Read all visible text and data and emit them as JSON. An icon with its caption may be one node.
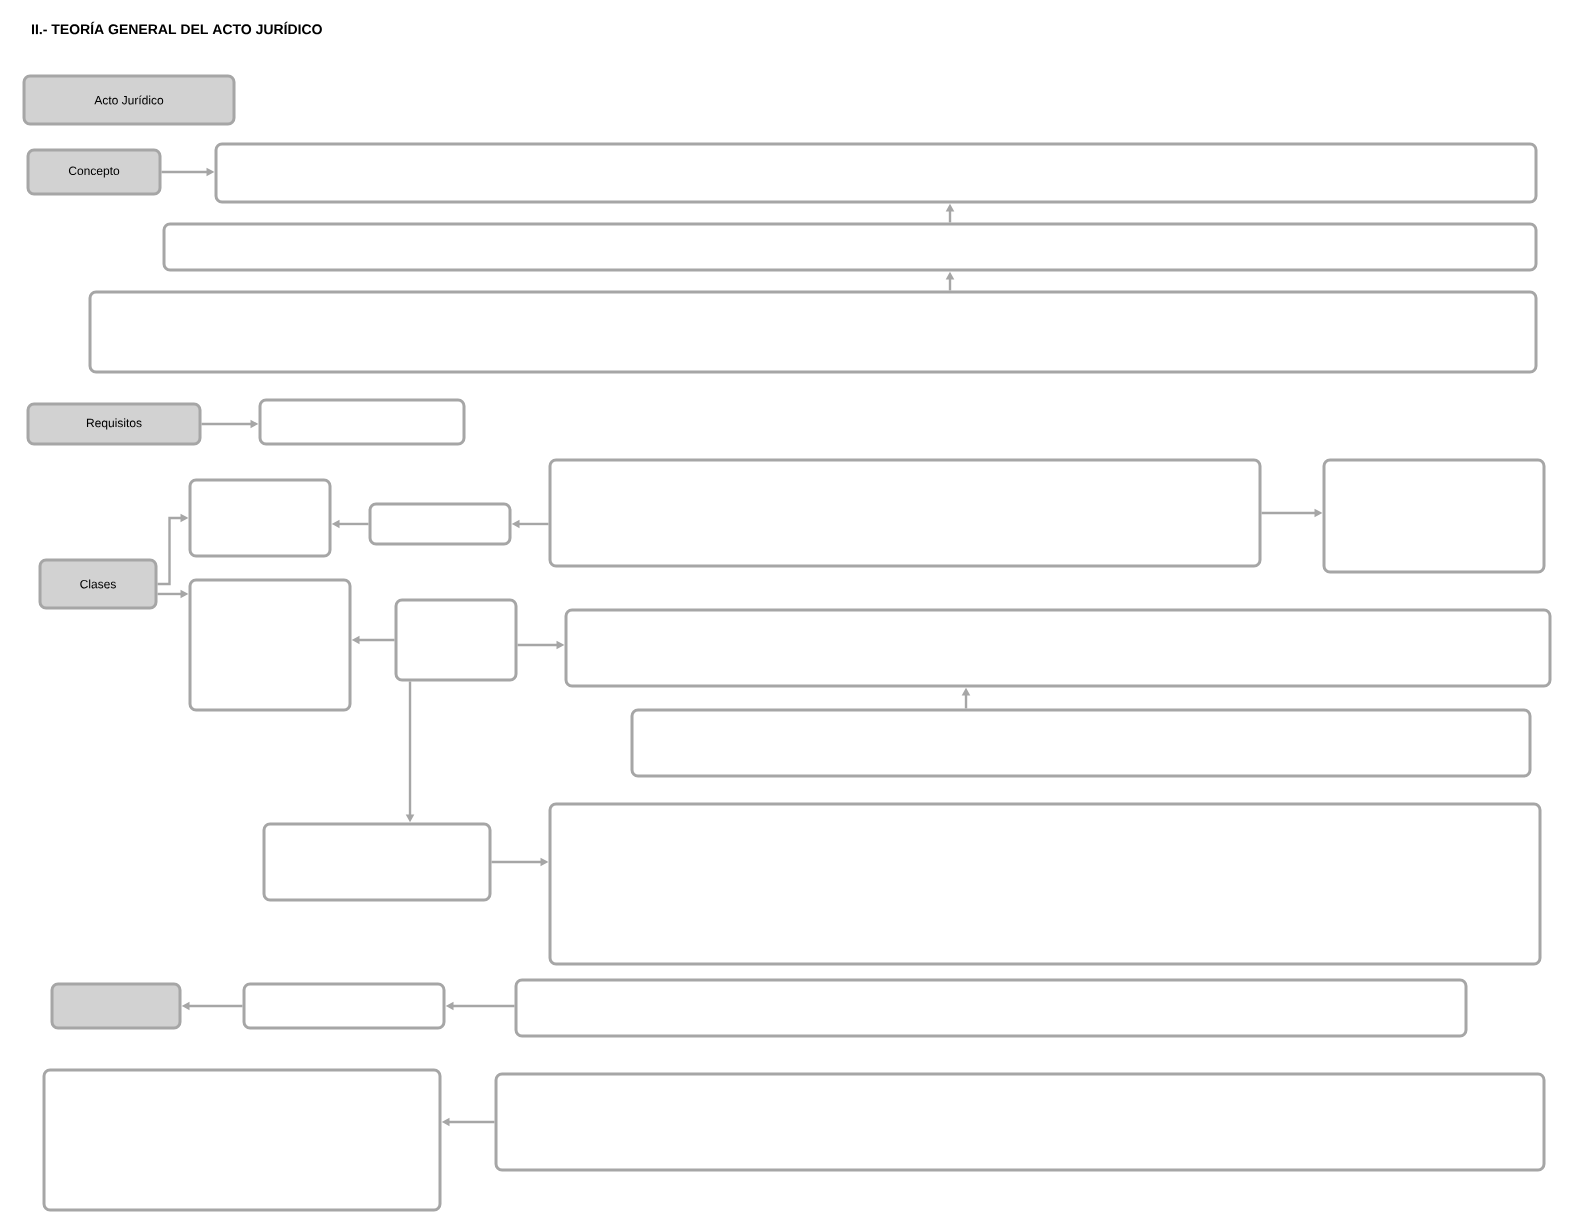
{
  "diagram": {
    "title": "II.- TEORÍA GENERAL DEL ACTO JURÍDICO",
    "nodes": [
      {
        "text": [
          "Acto Jurídico"
        ]
      },
      {
        "text": [
          "Concepto"
        ]
      },
      {
        "text": [],
        "shape": "box"
      },
      {
        "text": [],
        "shape": "box"
      },
      {
        "text": [],
        "shape": "box"
      },
      {
        "text": [
          "Requisitos"
        ]
      },
      {
        "text": [],
        "shape": "box"
      },
      {
        "text": [
          "Clases"
        ]
      },
      {
        "text": [],
        "shape": "box"
      },
      {
        "text": [],
        "shape": "box"
      },
      {
        "text": [],
        "shape": "box"
      },
      {
        "text": [],
        "shape": "box"
      },
      {
        "text": [],
        "shape": "box"
      },
      {
        "text": [],
        "shape": "box"
      },
      {
        "text": [],
        "shape": "box"
      },
      {
        "text": [],
        "shape": "box"
      },
      {
        "text": [],
        "shape": "box"
      },
      {
        "text": [],
        "shape": "box"
      },
      {
        "text": [],
        "shape": "box"
      },
      {
        "text": [],
        "shape": "box"
      },
      {
        "text": [],
        "shape": "box"
      },
      {
        "text": [],
        "shape": "box"
      },
      {
        "text": [],
        "shape": "box"
      }
    ],
    "edges": [
      {
        "from": 1,
        "to": 2,
        "arrow": "to"
      },
      {
        "from": 3,
        "to": 2,
        "arrow": "to"
      },
      {
        "from": 4,
        "to": 3,
        "arrow": "to"
      },
      {
        "from": 5,
        "to": 6,
        "arrow": "to"
      },
      {
        "from": 7,
        "to": 8,
        "arrow": "to"
      },
      {
        "from": 7,
        "to": 9,
        "arrow": "to"
      },
      {
        "from": 10,
        "to": 8,
        "arrow": "to"
      },
      {
        "from": 11,
        "to": 10,
        "arrow": "to"
      },
      {
        "from": 11,
        "to": 12,
        "arrow": "to"
      },
      {
        "from": 13,
        "to": 9,
        "arrow": "to"
      },
      {
        "from": 13,
        "to": 14,
        "arrow": "to"
      },
      {
        "from": 15,
        "to": 14,
        "arrow": "to"
      },
      {
        "from": 13,
        "to": 16,
        "arrow": "to"
      },
      {
        "from": 16,
        "to": 17,
        "arrow": "to"
      },
      {
        "from": 19,
        "to": 18,
        "arrow": "to"
      },
      {
        "from": 20,
        "to": 19,
        "arrow": "to"
      },
      {
        "from": 22,
        "to": 21,
        "arrow": "to"
      }
    ]
  }
}
